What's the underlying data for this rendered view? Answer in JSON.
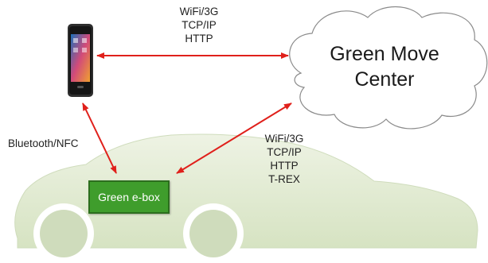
{
  "phone_link": {
    "lines": [
      "WiFi/3G",
      "TCP/IP",
      "HTTP"
    ]
  },
  "cloud_link": {
    "lines": [
      "WiFi/3G",
      "TCP/IP",
      "HTTP",
      "T-REX"
    ]
  },
  "bluetooth_link": {
    "label": "Bluetooth/NFC"
  },
  "cloud": {
    "title_lines": [
      "Green Move",
      "Center"
    ]
  },
  "ebox": {
    "label": "Green e-box"
  },
  "colors": {
    "arrow": "#e0201b",
    "car_fill": "#dde7cc",
    "ebox_fill": "#3f9d2c"
  },
  "icons": [
    "smartphone-icon",
    "cloud-icon",
    "car-icon"
  ]
}
